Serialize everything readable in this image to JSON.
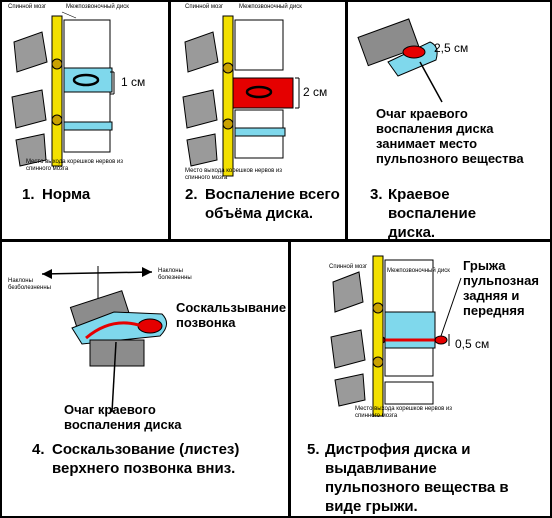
{
  "colors": {
    "canal": "#f3e000",
    "disc_normal": "#7fd8ec",
    "inflamed": "#e50000",
    "bone_gray": "#8c8c8c",
    "stroke": "#000000"
  },
  "panel1": {
    "label_spinal_cord": "Спинной мозг",
    "label_intervertebral_disc": "Межпозвоночный диск",
    "measure": "1 см",
    "label_nerve_exit": "Место выхода корешков нервов из спинного мозга",
    "caption_number": "1.",
    "caption": "Норма"
  },
  "panel2": {
    "label_spinal_cord": "Спинной мозг",
    "label_intervertebral_disc": "Межпозвоночный диск",
    "measure": "2 см",
    "label_nerve_exit": "Место выхода корешков нервов из спинного мозга",
    "caption_number": "2.",
    "caption": "Воспаление всего объёма диска."
  },
  "panel3": {
    "measure": "2,5 см",
    "annotation": "Очаг краевого воспаления диска занимает место пульпозного вещества",
    "caption_number": "3.",
    "caption": "Краевое воспаление диска."
  },
  "panel4": {
    "tilt_painless": "Наклоны безболезненны",
    "tilt_painful": "Наклоны болезненны",
    "slipping_label": "Соскальзывание позвонка",
    "focus_label": "Очаг краевого воспаления диска",
    "caption_number": "4.",
    "caption": "Соскальзование (листез) верхнего позвонка вниз."
  },
  "panel5": {
    "label_spinal_cord": "Спинной мозг",
    "label_intervertebral_disc": "Межпозвоночный диск",
    "hernia_label": "Грыжа пульпозная задняя и передняя",
    "measure": "0,5 см",
    "label_nerve_exit": "Место выхода корешков нервов из спинного мозга",
    "caption_number": "5.",
    "caption": "Дистрофия диска и выдавливание пульпозного вещества в виде грыжи."
  }
}
